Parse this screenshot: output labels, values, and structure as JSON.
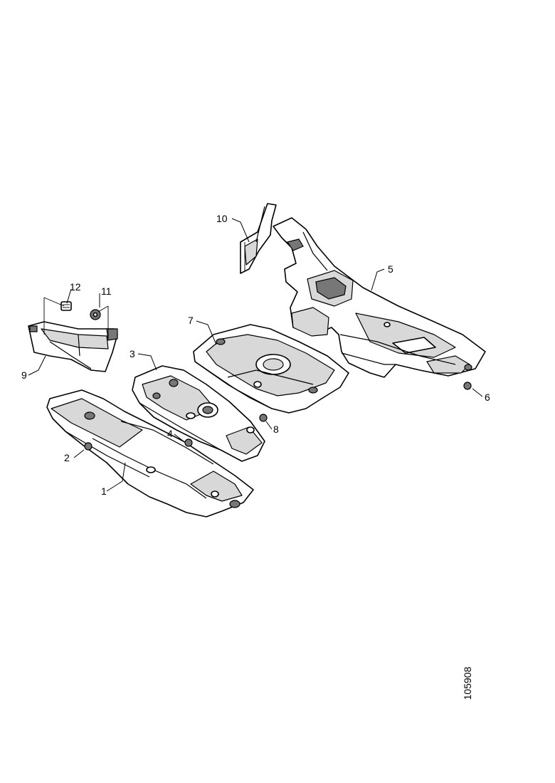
{
  "diagram": {
    "callouts": {
      "c1": "1",
      "c2": "2",
      "c3": "3",
      "c4": "4",
      "c5": "5",
      "c6": "6",
      "c7": "7",
      "c8": "8",
      "c9": "9",
      "c10": "10",
      "c11": "11",
      "c12": "12"
    },
    "reference_code": "105908"
  }
}
